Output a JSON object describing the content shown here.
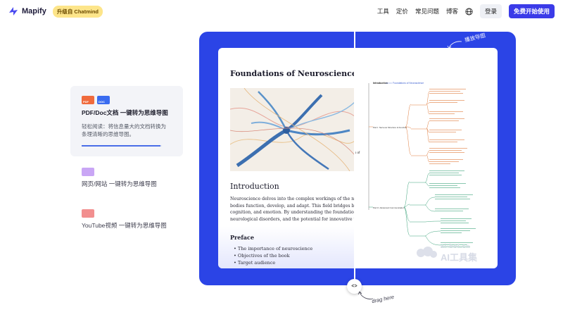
{
  "header": {
    "brand": "Mapify",
    "upgrade_badge": "升级自 Chatmind",
    "nav": [
      "工具",
      "定价",
      "常见问题",
      "博客"
    ],
    "login": "登录",
    "start": "免费开始使用"
  },
  "features": {
    "active": {
      "title": "PDF/Doc文档 一键转为思维导图",
      "desc_line1": "轻松阅读：将信息量大的文档转换为",
      "desc_line2": "条理清晰的思维导图。",
      "progress": 0.98,
      "chip1": "PDF",
      "chip2": "DOC"
    },
    "web": {
      "title": "网页/网站 一键转为思维导图"
    },
    "youtube": {
      "title": "YouTube视频 一键转为思维导图"
    }
  },
  "document": {
    "title": "Foundations of Neuroscience",
    "intro_heading": "Introduction",
    "para_lines": [
      "Neuroscience delves into the complex workings of the ner",
      "bodies function, develop, and adapt. This field bridges bio",
      "cognition, and emotion. By understanding the foundations",
      "neurological disorders, and the potential for innovative tre"
    ],
    "preface_heading": "Preface",
    "preface_items": [
      "The importance of neuroscience",
      "Objectives of the book",
      "Target audience"
    ],
    "cut_text": "s of"
  },
  "mindmap": {
    "root_label": "Introduction",
    "root_child": "Foundations of Neuroscience",
    "branch1": "Part I: Nervous Structure & Function",
    "branch2": "Part II: Advanced Communication"
  },
  "labels": {
    "zoom": "播放导图",
    "drag": "drag here",
    "drag_icon": "<>"
  },
  "watermark": {
    "small": "ai-bot.cn",
    "big": "AI工具集"
  },
  "colors": {
    "accent": "#2b44e6",
    "button": "#3b3be8",
    "mind_orange": "#e07a3a",
    "mind_green": "#3aa37a"
  }
}
